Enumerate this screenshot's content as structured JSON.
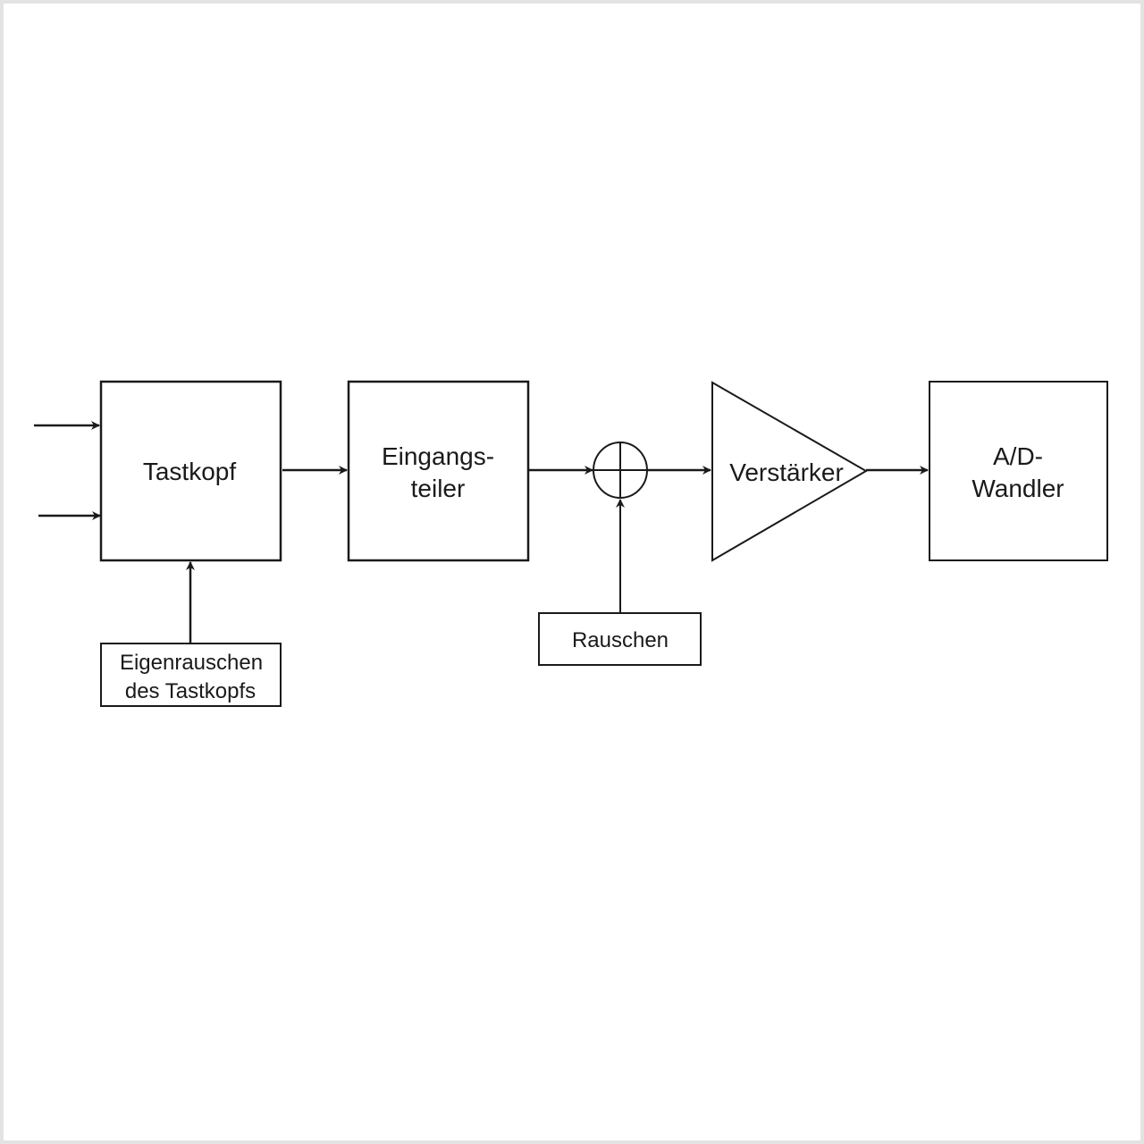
{
  "blocks": {
    "tastkopf": "Tastkopf",
    "eingangsteiler_line1": "Eingangs-",
    "eingangsteiler_line2": "teiler",
    "verstaerker": "Verstärker",
    "ad_line1": "A/D-",
    "ad_line2": "Wandler",
    "eigenrauschen_line1": "Eigenrauschen",
    "eigenrauschen_line2": "des Tastkopfs",
    "rauschen": "Rauschen"
  },
  "colors": {
    "line": "#1a1a1a",
    "frame": "#e3e3e3"
  }
}
